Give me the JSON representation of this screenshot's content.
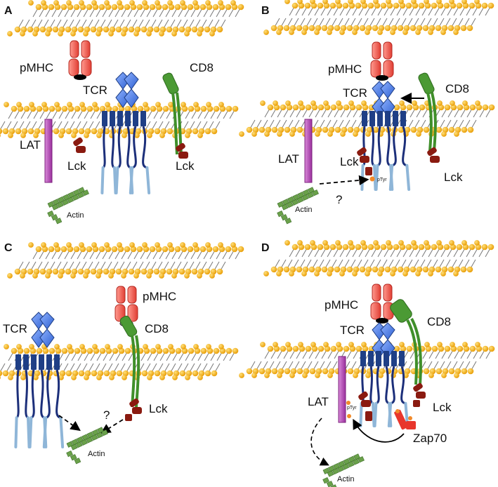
{
  "panels": [
    {
      "letter": "A",
      "labels": {
        "pmhc": "pMHC",
        "tcr": "TCR",
        "cd8": "CD8",
        "lat": "LAT",
        "lck1": "Lck",
        "lck2": "Lck",
        "actin": "Actin"
      }
    },
    {
      "letter": "B",
      "labels": {
        "pmhc": "pMHC",
        "tcr": "TCR",
        "cd8": "CD8",
        "lat": "LAT",
        "lck1": "Lck",
        "lck2": "Lck",
        "ptyr": "pTyr",
        "question": "?",
        "actin": "Actin"
      }
    },
    {
      "letter": "C",
      "labels": {
        "pmhc": "pMHC",
        "tcr": "TCR",
        "cd8": "CD8",
        "lck": "Lck",
        "question": "?",
        "actin": "Actin"
      }
    },
    {
      "letter": "D",
      "labels": {
        "pmhc": "pMHC",
        "tcr": "TCR",
        "cd8": "CD8",
        "lat": "LAT",
        "lck": "Lck",
        "ptyr": "pTyr",
        "zap70": "Zap70",
        "actin": "Actin"
      }
    }
  ],
  "colors": {
    "lipid_head": "#f4a800",
    "lipid_tail": "#777777",
    "pmhc": "#f05a4f",
    "tcr": "#4a7fe0",
    "cd3": "#1f3f86",
    "cd3_tail": "#8fb6d8",
    "cd8": "#3f8f2a",
    "lck": "#8a1a10",
    "lat": "#b24ab3",
    "actin": "#6aa14a",
    "zap70": "#e8362c",
    "ptyr_dot": "#f28a2a"
  }
}
